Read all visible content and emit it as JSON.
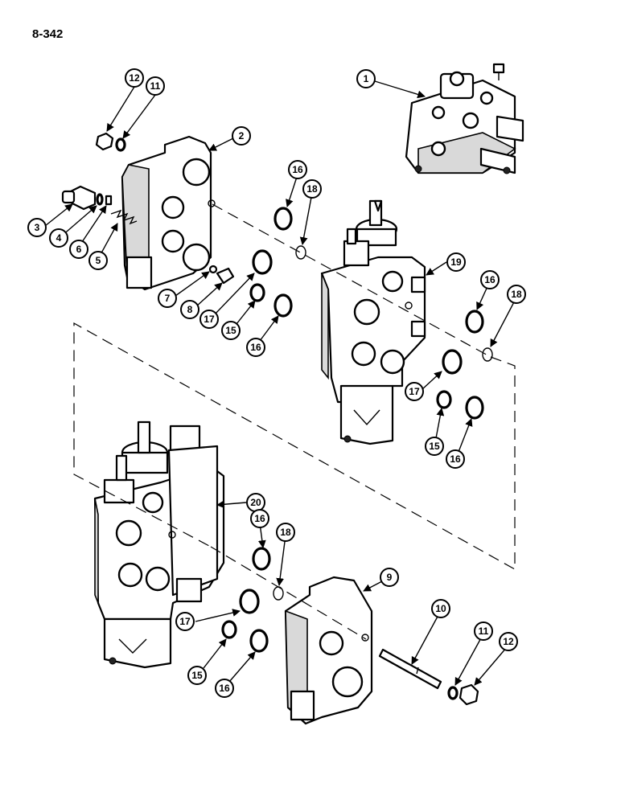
{
  "page_number": "8-342",
  "callouts": [
    "1",
    "2",
    "3",
    "4",
    "5",
    "6",
    "7",
    "8",
    "9",
    "10",
    "11",
    "12",
    "15",
    "16",
    "17",
    "18",
    "19",
    "20"
  ]
}
